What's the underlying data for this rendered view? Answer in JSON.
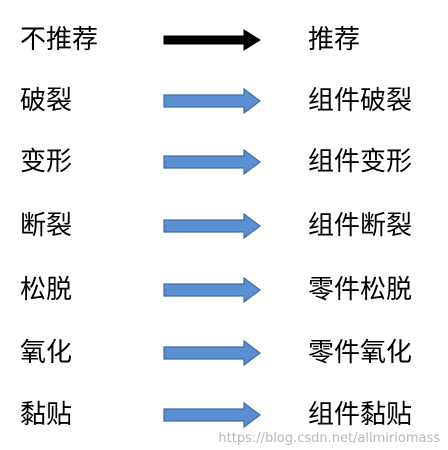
{
  "rows": [
    {
      "left": "不推荐",
      "right": "推荐",
      "arrow_style": "black"
    },
    {
      "left": "破裂",
      "right": "组件破裂",
      "arrow_style": "blue"
    },
    {
      "left": "变形",
      "right": "组件变形",
      "arrow_style": "blue"
    },
    {
      "left": "断裂",
      "right": "组件断裂",
      "arrow_style": "blue"
    },
    {
      "left": "松脱",
      "right": "零件松脱",
      "arrow_style": "blue"
    },
    {
      "left": "氧化",
      "right": "零件氧化",
      "arrow_style": "blue"
    },
    {
      "left": "黏贴",
      "right": "组件黏贴",
      "arrow_style": "blue"
    }
  ],
  "watermark": "https://blog.csdn.net/allmiriomass",
  "colors": {
    "black_arrow_fill": "#000000",
    "blue_arrow_fill": "#5b8fd0",
    "blue_arrow_stroke": "#3d6da8"
  }
}
